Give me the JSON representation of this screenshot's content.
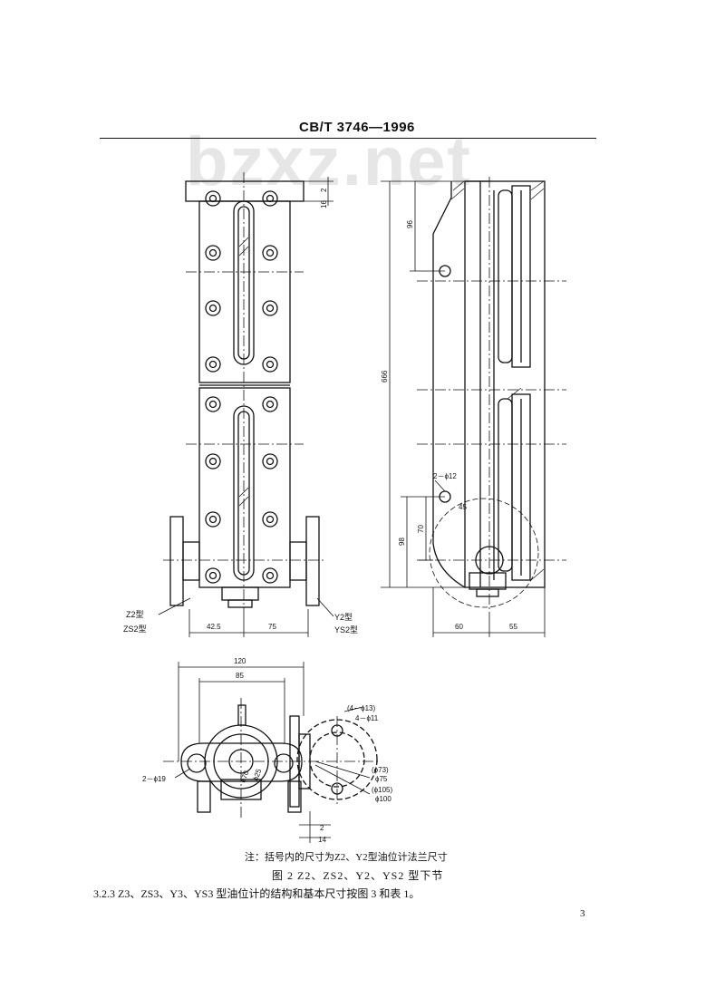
{
  "header": {
    "standard_number": "CB/T 3746—1996"
  },
  "watermark": "bzxz.net",
  "figure": {
    "note": "注：括号内的尺寸为Z2、Y2型油位计法兰尺寸",
    "caption": "图 2   Z2、ZS2、Y2、YS2 型下节",
    "front_view": {
      "dim_2": "2",
      "dim_16": "16",
      "left_type_1": "Z2型",
      "left_type_2": "ZS2型",
      "right_type_1": "Y2型",
      "right_type_2": "YS2型",
      "dim_42_5": "42.5",
      "dim_75": "75"
    },
    "side_view": {
      "dim_96": "96",
      "dim_666": "666",
      "hole_label": "2－ϕ12",
      "dim_45": "45",
      "dim_70": "70",
      "dim_98": "98",
      "dim_60": "60",
      "dim_55": "55"
    },
    "bottom_view": {
      "dim_120": "120",
      "dim_85": "85",
      "hole_bolt_alt": "(4－ϕ13)",
      "hole_bolt": "4－ϕ11",
      "hole_side": "2－ϕ19",
      "dia_inner_1": "ϕ70",
      "dia_inner_2": "ϕ25",
      "dia_73": "(ϕ73)",
      "dia_75": "ϕ75",
      "dia_105": "(ϕ105)",
      "dia_100": "ϕ100",
      "dim_2": "2",
      "dim_14": "14"
    }
  },
  "paragraph": "3.2.3   Z3、ZS3、Y3、YS3 型油位计的结构和基本尺寸按图 3 和表 1。",
  "page_number": "3"
}
